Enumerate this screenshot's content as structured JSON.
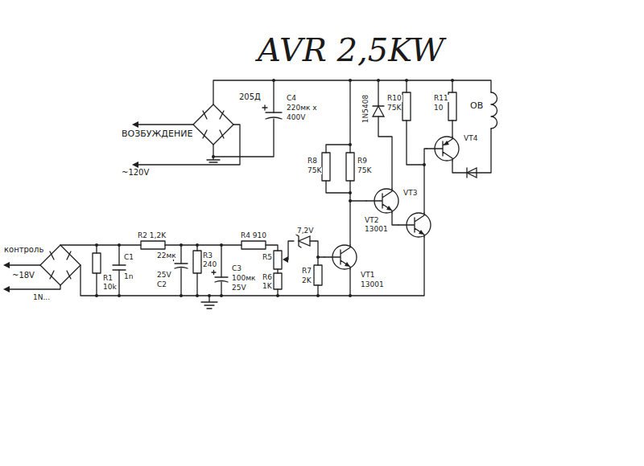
{
  "diagram": {
    "title": "AVR 2,5KW",
    "labels": [
      "ВОЗБУЖДЕНИЕ",
      "~120V",
      "205Д",
      "C4",
      "220мк х",
      "400V",
      "1N5408",
      "R10",
      "75K",
      "R11",
      "10",
      "ОВ",
      "VT4",
      "R8",
      "75K",
      "R9",
      "75K",
      "VT2",
      "13001",
      "VT3",
      "контроль",
      "~18V",
      "1N...",
      "R1",
      "10k",
      "C1",
      "1n",
      "R2 1,2K",
      "22мк",
      "25V",
      "C2",
      "R3",
      "240",
      "C3",
      "100мк",
      "25V",
      "R4 910",
      "7,2V",
      "R5",
      "R6",
      "1K",
      "R7",
      "2K",
      "VT1",
      "13001"
    ]
  }
}
